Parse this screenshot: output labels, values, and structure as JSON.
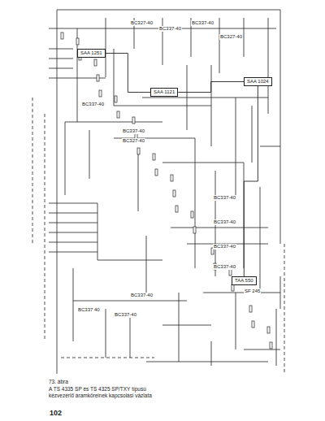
{
  "diagram": {
    "title": "73. ábra",
    "caption": "A TS 4335 SP és TS 4325 SP/TXY típusú kézvezérlő áramköreinek kapcsolási vázlata",
    "nodes": [
      {
        "text": [
          "SAA 1251"
        ]
      },
      {
        "text": [
          "SAA 1121"
        ]
      },
      {
        "text": [
          "SAA 1024"
        ]
      },
      {
        "text": [
          "TAA 550"
        ]
      }
    ],
    "edges": [
      {
        "from": 0,
        "to": 1,
        "arrow": "none"
      },
      {
        "from": 1,
        "to": 2,
        "arrow": "none"
      },
      {
        "from": 2,
        "to": 3,
        "arrow": "none"
      }
    ],
    "labels": [
      "BC327-40",
      "BC337-40",
      "BC337-40",
      "BC327-40",
      "BC337-40",
      "BC337-40",
      "BC327-40",
      "BC337-40",
      "BC337-40",
      "BC337-40",
      "BC337-40",
      "BC337-40",
      "BC337 40",
      "BC337-40",
      "SF 245",
      "102"
    ]
  }
}
